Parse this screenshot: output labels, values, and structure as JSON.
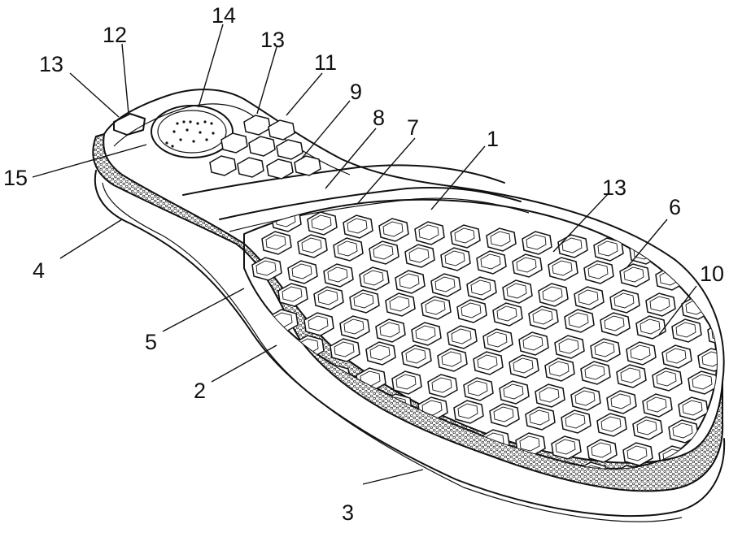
{
  "diagram": {
    "labels": [
      {
        "id": "l1",
        "text": "1"
      },
      {
        "id": "l2",
        "text": "2"
      },
      {
        "id": "l3",
        "text": "3"
      },
      {
        "id": "l4",
        "text": "4"
      },
      {
        "id": "l5",
        "text": "5"
      },
      {
        "id": "l6",
        "text": "6"
      },
      {
        "id": "l7",
        "text": "7"
      },
      {
        "id": "l8",
        "text": "8"
      },
      {
        "id": "l9",
        "text": "9"
      },
      {
        "id": "l10",
        "text": "10"
      },
      {
        "id": "l11",
        "text": "11"
      },
      {
        "id": "l12",
        "text": "12"
      },
      {
        "id": "l13a",
        "text": "13"
      },
      {
        "id": "l13b",
        "text": "13"
      },
      {
        "id": "l13c",
        "text": "13"
      },
      {
        "id": "l14",
        "text": "14"
      },
      {
        "id": "l15",
        "text": "15"
      }
    ],
    "colors": {
      "ink": "#111111",
      "paper": "#ffffff"
    }
  }
}
